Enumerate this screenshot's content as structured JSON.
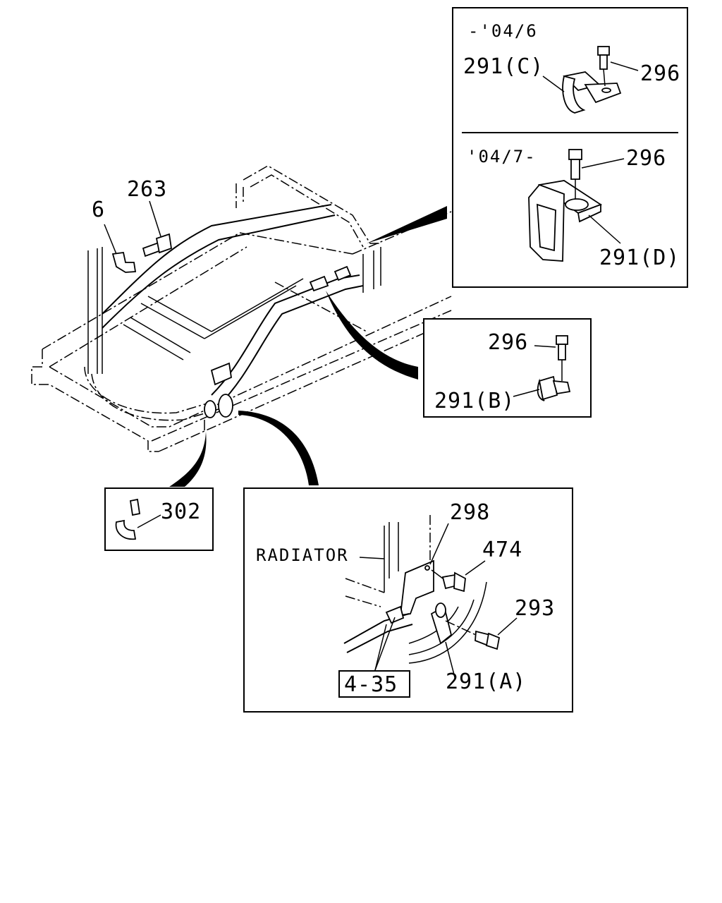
{
  "labels": {
    "clip_6": "6",
    "bolt_263": "263",
    "inset_c_date": "-'04/6",
    "inset_c_clip": "291(C)",
    "inset_c_bolt": "296",
    "inset_d_date": "'04/7-",
    "inset_d_bolt": "296",
    "inset_d_clip": "291(D)",
    "inset_b_bolt": "296",
    "inset_b_clip": "291(B)",
    "band_302": "302",
    "radiator": "RADIATOR",
    "bracket_298": "298",
    "bolt_474": "474",
    "bolt_293": "293",
    "clip_291a": "291(A)",
    "ref_435": "4-35"
  }
}
